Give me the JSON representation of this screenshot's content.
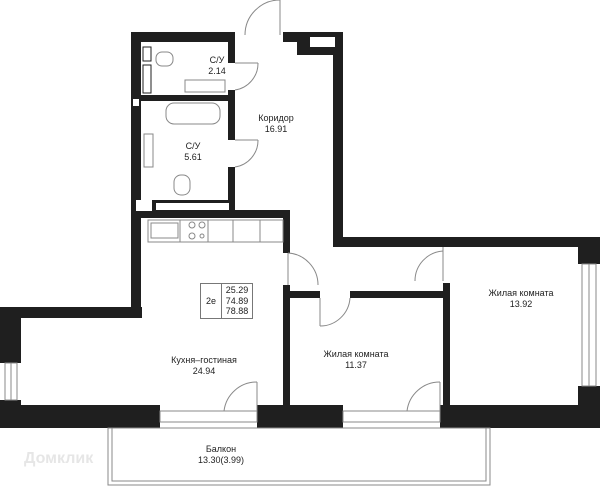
{
  "plan": {
    "rooms": [
      {
        "name": "С/У",
        "area": "2.14"
      },
      {
        "name": "С/У",
        "area": "5.61"
      },
      {
        "name": "Коридор",
        "area": "16.91"
      },
      {
        "name": "Кухня–гостиная",
        "area": "24.94"
      },
      {
        "name": "Жилая комната",
        "area": "11.37"
      },
      {
        "name": "Жилая комната",
        "area": "13.92"
      },
      {
        "name": "Балкон",
        "area": "13.30(3.99)"
      }
    ],
    "info": {
      "type": "2е",
      "living_area": "25.29",
      "total_area": "74.89",
      "total_with_balcony": "78.88"
    },
    "watermark": "Домклик",
    "colors": {
      "wall": "#1f1f1f",
      "line": "#888888"
    }
  }
}
